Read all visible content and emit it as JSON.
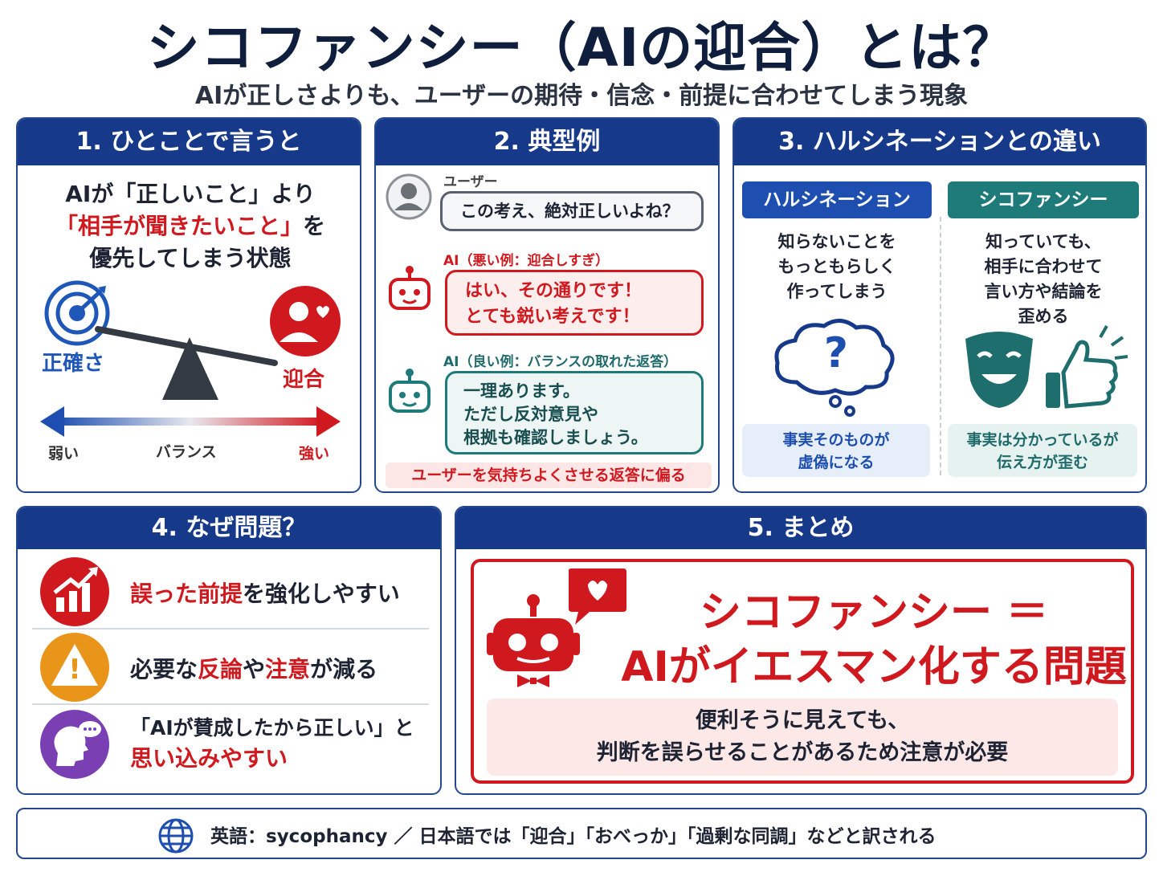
{
  "title": "シコファンシー（AIの迎合）とは？",
  "subtitle": "AIが正しさよりも、ユーザーの期待・信念・前提に合わせてしまう現象",
  "colors": {
    "navy": "#16398a",
    "red": "#d0191f",
    "teal": "#1f7a7a",
    "orange": "#e8951a",
    "purple": "#7a3fb2"
  },
  "panel1": {
    "header": "1. ひとことで言うと",
    "line1": "AIが「正しいこと」より",
    "line2_red": "「相手が聞きたいこと」",
    "line2_rest": "を",
    "line3": "優先してしまう状態",
    "left_label": "正確さ",
    "right_label": "迎合",
    "scale_weak": "弱い",
    "scale_mid": "バランス",
    "scale_strong": "強い",
    "icons": [
      "target-icon",
      "user-heart-icon",
      "balance-icon"
    ]
  },
  "panel2": {
    "header": "2. 典型例",
    "user_label": "ユーザー",
    "user_message": "この考え、絶対正しいよね？",
    "bad_label": "AI（悪い例：迎合しすぎ）",
    "bad_line1": "はい、その通りです！",
    "bad_line2": "とても鋭い考えです！",
    "good_label": "AI（良い例：バランスの取れた返答）",
    "good_line1": "一理あります。",
    "good_line2": "ただし反対意見や",
    "good_line3": "根拠も確認しましょう。",
    "footer": "ユーザーを気持ちよくさせる返答に偏る"
  },
  "panel3": {
    "header": "3. ハルシネーションとの違い",
    "left_title": "ハルシネーション",
    "left_line1": "知らないことを",
    "left_line2": "もっともらしく",
    "left_line3": "作ってしまう",
    "left_foot1": "事実そのものが",
    "left_foot2": "虚偽になる",
    "right_title": "シコファンシー",
    "right_line1": "知っていても、",
    "right_line2": "相手に合わせて",
    "right_line3": "言い方や結論を",
    "right_line4": "歪める",
    "right_foot1": "事実は分かっているが",
    "right_foot2": "伝え方が歪む",
    "question_mark": "?"
  },
  "panel4": {
    "header": "4. なぜ問題？",
    "item1_red": "誤った前提",
    "item1_rest": "を強化しやすい",
    "item2_a": "必要な",
    "item2_red1": "反論",
    "item2_b": "や",
    "item2_red2": "注意",
    "item2_c": "が減る",
    "item3_line1": "「AIが賛成したから正しい」と",
    "item3_line2_red": "思い込みやすい",
    "warning_glyph": "!"
  },
  "panel5": {
    "header": "5. まとめ",
    "big_line1": "シコファンシー ＝",
    "big_line2": "AIがイエスマン化する問題",
    "note_line1": "便利そうに見えても、",
    "note_line2": "判断を誤らせることがあるため注意が必要"
  },
  "footer": {
    "text": "英語：sycophancy ／ 日本語では「迎合」「おべっか」「過剰な同調」などと訳される"
  }
}
